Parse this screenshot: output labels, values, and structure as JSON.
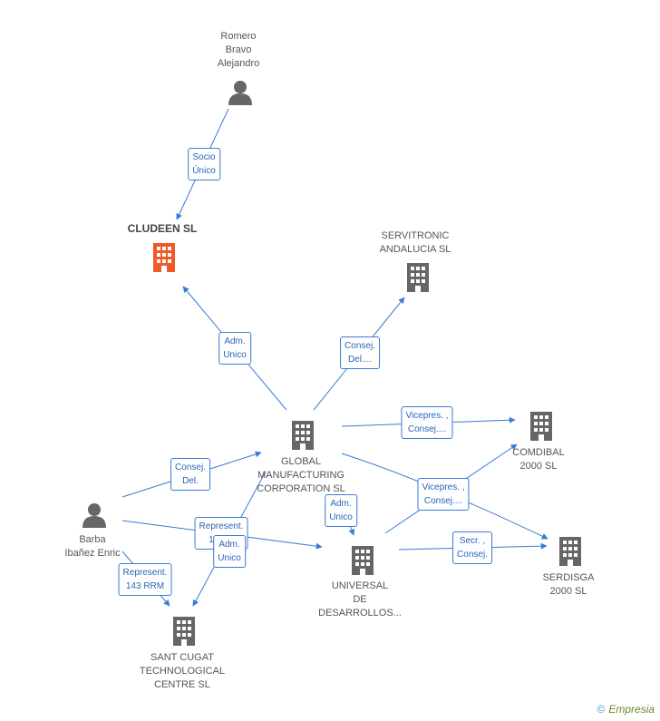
{
  "nodes": {
    "romero": {
      "label_lines": [
        "Romero",
        "Bravo",
        "Alejandro"
      ],
      "icon": "person-icon"
    },
    "cludeen": {
      "label_lines": [
        "CLUDEEN SL"
      ],
      "icon": "building-icon",
      "color": "#f05a28"
    },
    "servitronic": {
      "label_lines": [
        "SERVITRONIC",
        "ANDALUCIA SL"
      ],
      "icon": "building-icon"
    },
    "global": {
      "label_lines": [
        "GLOBAL",
        "MANUFACTURING",
        "CORPORATION SL"
      ],
      "icon": "building-icon"
    },
    "comdibal": {
      "label_lines": [
        "COMDIBAL",
        "2000 SL"
      ],
      "icon": "building-icon"
    },
    "barba": {
      "label_lines": [
        "Barba",
        "Ibañez Enric"
      ],
      "icon": "person-icon"
    },
    "universal": {
      "label_lines": [
        "UNIVERSAL",
        "DE",
        "DESARROLLOS..."
      ],
      "icon": "building-icon"
    },
    "serdisga": {
      "label_lines": [
        "SERDISGA",
        "2000 SL"
      ],
      "icon": "building-icon"
    },
    "santcugat": {
      "label_lines": [
        "SANT CUGAT",
        "TECHNOLOGICAL",
        "CENTRE SL"
      ],
      "icon": "building-icon"
    }
  },
  "edges": [
    {
      "id": "e1",
      "label_lines": [
        "Socio",
        "Único"
      ]
    },
    {
      "id": "e2",
      "label_lines": [
        "Adm.",
        "Unico"
      ]
    },
    {
      "id": "e3",
      "label_lines": [
        "Consej.",
        "Del...."
      ]
    },
    {
      "id": "e4",
      "label_lines": [
        "Vicepres. ,",
        "Consej...."
      ]
    },
    {
      "id": "e5",
      "label_lines": [
        "Consej.",
        "Del."
      ]
    },
    {
      "id": "e6",
      "label_lines": [
        "Adm.",
        "Unico"
      ]
    },
    {
      "id": "e7",
      "label_lines": [
        "Vicepres. ,",
        "Consej...."
      ]
    },
    {
      "id": "e8",
      "label_lines": [
        "Represent.",
        "143 ..."
      ]
    },
    {
      "id": "e9",
      "label_lines": [
        "Adm.",
        "Unico"
      ]
    },
    {
      "id": "e10",
      "label_lines": [
        "Secr. ,",
        "Consej."
      ]
    },
    {
      "id": "e11",
      "label_lines": [
        "Represent.",
        "143 RRM"
      ]
    }
  ],
  "colors": {
    "edge": "#3a7bd5",
    "node": "#666666",
    "highlight": "#f05a28"
  },
  "brand": {
    "copyright": "©",
    "name": "Empresia"
  }
}
